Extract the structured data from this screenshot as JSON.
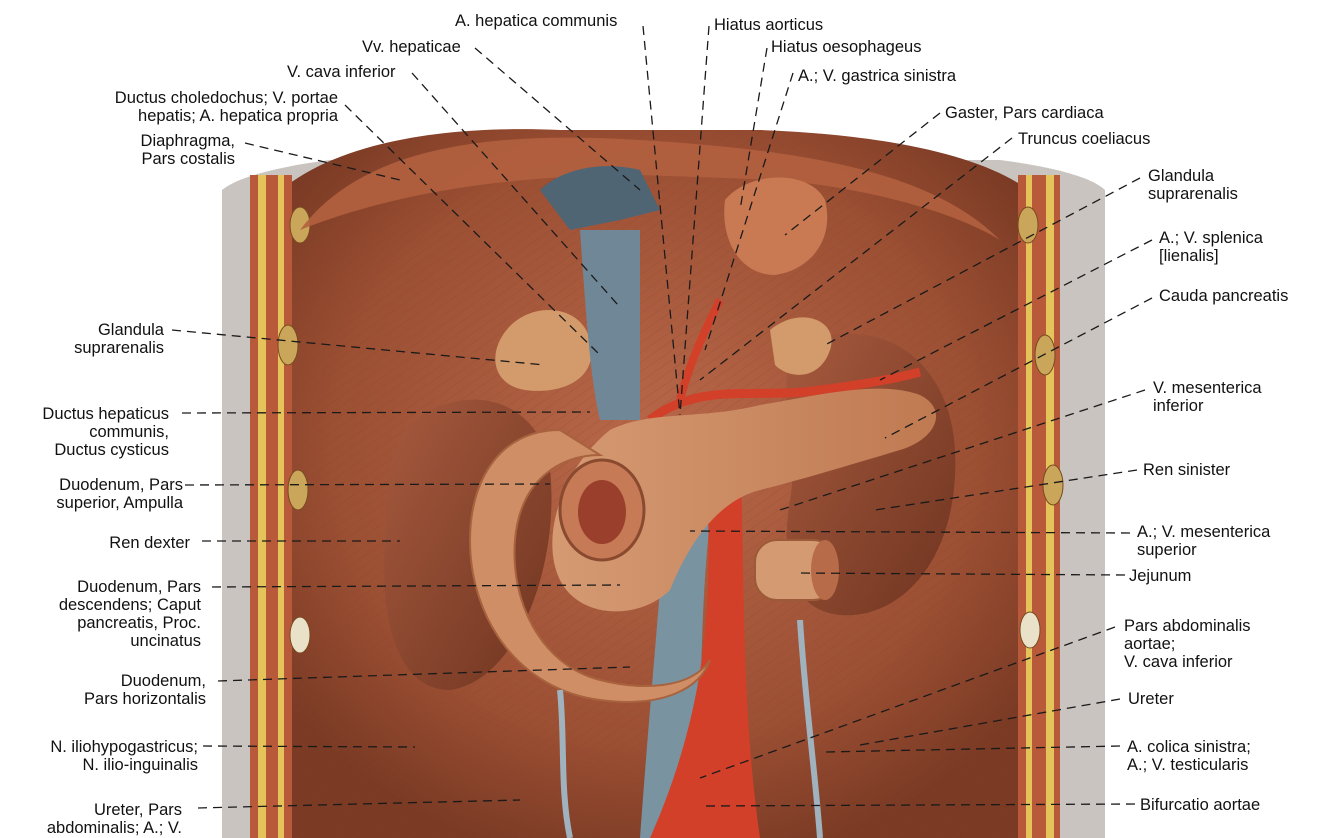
{
  "labels": {
    "a_hepatica_communis": "A. hepatica communis",
    "hiatus_aorticus": "Hiatus aorticus",
    "vv_hepaticae": "Vv. hepaticae",
    "hiatus_oesophageus": "Hiatus oesophageus",
    "v_cava_inferior_top": "V. cava inferior",
    "a_v_gastrica_sinistra": "A.; V. gastrica sinistra",
    "ductus_choledochus_1": "Ductus choledochus; V. portae",
    "ductus_choledochus_2": "hepatis; A. hepatica propria",
    "gaster_pars_cardiaca": "Gaster, Pars cardiaca",
    "diaphragma_1": "Diaphragma,",
    "diaphragma_2": "Pars costalis",
    "truncus_coeliacus": "Truncus coeliacus",
    "glandula_suprarenalis_right_1": "Glandula",
    "glandula_suprarenalis_right_2": "suprarenalis",
    "a_v_splenica_1": "A.; V. splenica",
    "a_v_splenica_2": "[lienalis]",
    "cauda_pancreatis": "Cauda pancreatis",
    "glandula_suprarenalis_left_1": "Glandula",
    "glandula_suprarenalis_left_2": "suprarenalis",
    "v_mesenterica_inferior_1": "V. mesenterica",
    "v_mesenterica_inferior_2": "inferior",
    "ductus_hepaticus_1": "Ductus hepaticus",
    "ductus_hepaticus_2": "communis,",
    "ductus_hepaticus_3": "Ductus cysticus",
    "ren_sinister": "Ren sinister",
    "duodenum_superior_1": "Duodenum, Pars",
    "duodenum_superior_2": "superior, Ampulla",
    "a_v_mesenterica_superior_1": "A.; V. mesenterica",
    "a_v_mesenterica_superior_2": "superior",
    "ren_dexter": "Ren dexter",
    "jejunum": "Jejunum",
    "duodenum_descendens_1": "Duodenum, Pars",
    "duodenum_descendens_2": "descendens; Caput",
    "duodenum_descendens_3": "pancreatis, Proc.",
    "duodenum_descendens_4": "uncinatus",
    "pars_abdominalis_1": "Pars abdominalis",
    "pars_abdominalis_2": "aortae;",
    "pars_abdominalis_3": "V. cava inferior",
    "duodenum_horizontalis_1": "Duodenum,",
    "duodenum_horizontalis_2": "Pars horizontalis",
    "ureter": "Ureter",
    "n_iliohypogastricus_1": "N. iliohypogastricus;",
    "n_iliohypogastricus_2": "N. ilio-inguinalis",
    "a_colica_sinistra_1": "A. colica sinistra;",
    "a_colica_sinistra_2": "A.; V. testicularis",
    "ureter_pars_1": "Ureter, Pars",
    "ureter_pars_2": "abdominalis; A.; V.",
    "bifurcatio_aortae": "Bifurcatio aortae"
  },
  "colors": {
    "muscle": "#a8563a",
    "muscle_dark": "#7e3a24",
    "kidney": "#8e4a32",
    "pancreas": "#c98a62",
    "vein": "#6f8796",
    "artery": "#d2402a",
    "fat": "#e4c45a"
  }
}
